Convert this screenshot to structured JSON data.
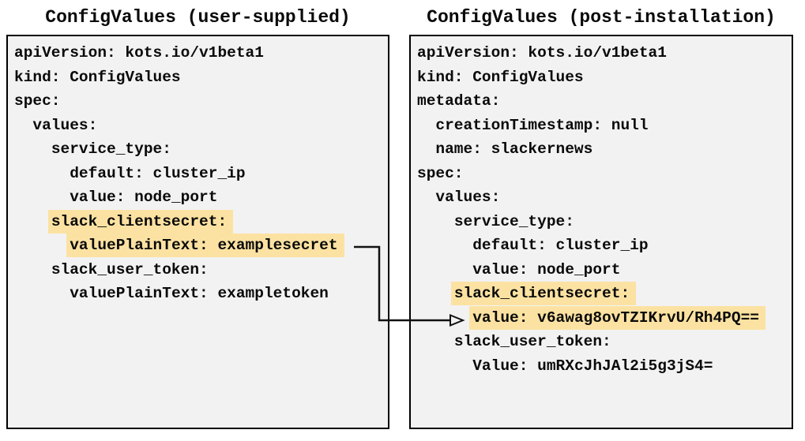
{
  "colors": {
    "page_bg": "#ffffff",
    "panel_bg": "#f2f2f2",
    "panel_border": "#000000",
    "text": "#0a0a0a",
    "highlight": "#fce2a2",
    "arrow": "#111111"
  },
  "panels": [
    {
      "id": "user-supplied",
      "title": "ConfigValues (user-supplied)",
      "lines": [
        {
          "indent": 0,
          "text": "apiVersion: kots.io/v1beta1",
          "highlight": false
        },
        {
          "indent": 0,
          "text": "kind: ConfigValues",
          "highlight": false
        },
        {
          "indent": 0,
          "text": "spec:",
          "highlight": false
        },
        {
          "indent": 2,
          "text": "values:",
          "highlight": false
        },
        {
          "indent": 4,
          "text": "service_type:",
          "highlight": false
        },
        {
          "indent": 6,
          "text": "default: cluster_ip",
          "highlight": false
        },
        {
          "indent": 6,
          "text": "value: node_port",
          "highlight": false
        },
        {
          "indent": 4,
          "text": "slack_clientsecret:",
          "highlight": true
        },
        {
          "indent": 6,
          "text": "valuePlainText: examplesecret",
          "highlight": true
        },
        {
          "indent": 4,
          "text": "slack_user_token:",
          "highlight": false
        },
        {
          "indent": 6,
          "text": "valuePlainText: exampletoken",
          "highlight": false
        }
      ]
    },
    {
      "id": "post-installation",
      "title": "ConfigValues (post-installation)",
      "lines": [
        {
          "indent": 0,
          "text": "apiVersion: kots.io/v1beta1",
          "highlight": false
        },
        {
          "indent": 0,
          "text": "kind: ConfigValues",
          "highlight": false
        },
        {
          "indent": 0,
          "text": "metadata:",
          "highlight": false
        },
        {
          "indent": 2,
          "text": "creationTimestamp: null",
          "highlight": false
        },
        {
          "indent": 2,
          "text": "name: slackernews",
          "highlight": false
        },
        {
          "indent": 0,
          "text": "spec:",
          "highlight": false
        },
        {
          "indent": 2,
          "text": "values:",
          "highlight": false
        },
        {
          "indent": 4,
          "text": "service_type:",
          "highlight": false
        },
        {
          "indent": 6,
          "text": "default: cluster_ip",
          "highlight": false
        },
        {
          "indent": 6,
          "text": "value: node_port",
          "highlight": false
        },
        {
          "indent": 4,
          "text": "slack_clientsecret:",
          "highlight": true
        },
        {
          "indent": 6,
          "text": "value: v6awag8ovTZIKrvU/Rh4PQ==",
          "highlight": true
        },
        {
          "indent": 4,
          "text": "slack_user_token:",
          "highlight": false
        },
        {
          "indent": 6,
          "text": "Value: umRXcJhJAl2i5g3jS4=",
          "highlight": false
        }
      ]
    }
  ],
  "arrow": {
    "from_text": "valuePlainText: examplesecret",
    "to_text": "value: v6awag8ovTZIKrvU/Rh4PQ=="
  }
}
